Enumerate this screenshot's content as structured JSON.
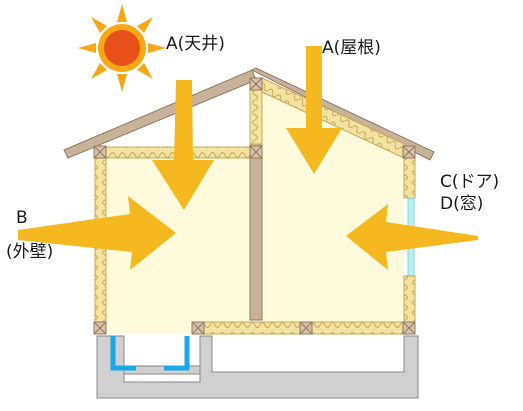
{
  "labels": {
    "ceiling": "A(天井)",
    "roof": "A(屋根)",
    "wall_letter": "B",
    "wall_name": "(外壁)",
    "door": "C(ドア)",
    "window": "D(窓)"
  },
  "colors": {
    "arrow": "#f5b81e",
    "sun_core": "#e8521a",
    "sun_ray": "#f7a814",
    "interior": "#fdfbdc",
    "insulation": "#f2e3a0",
    "frame": "#c9b29a",
    "foundation": "#d0d0d0",
    "foundation_insulation": "#1aa8e8",
    "window": "#b8eef4"
  },
  "icons": {
    "sun": "sun-icon",
    "arrow": "arrow-icon"
  }
}
